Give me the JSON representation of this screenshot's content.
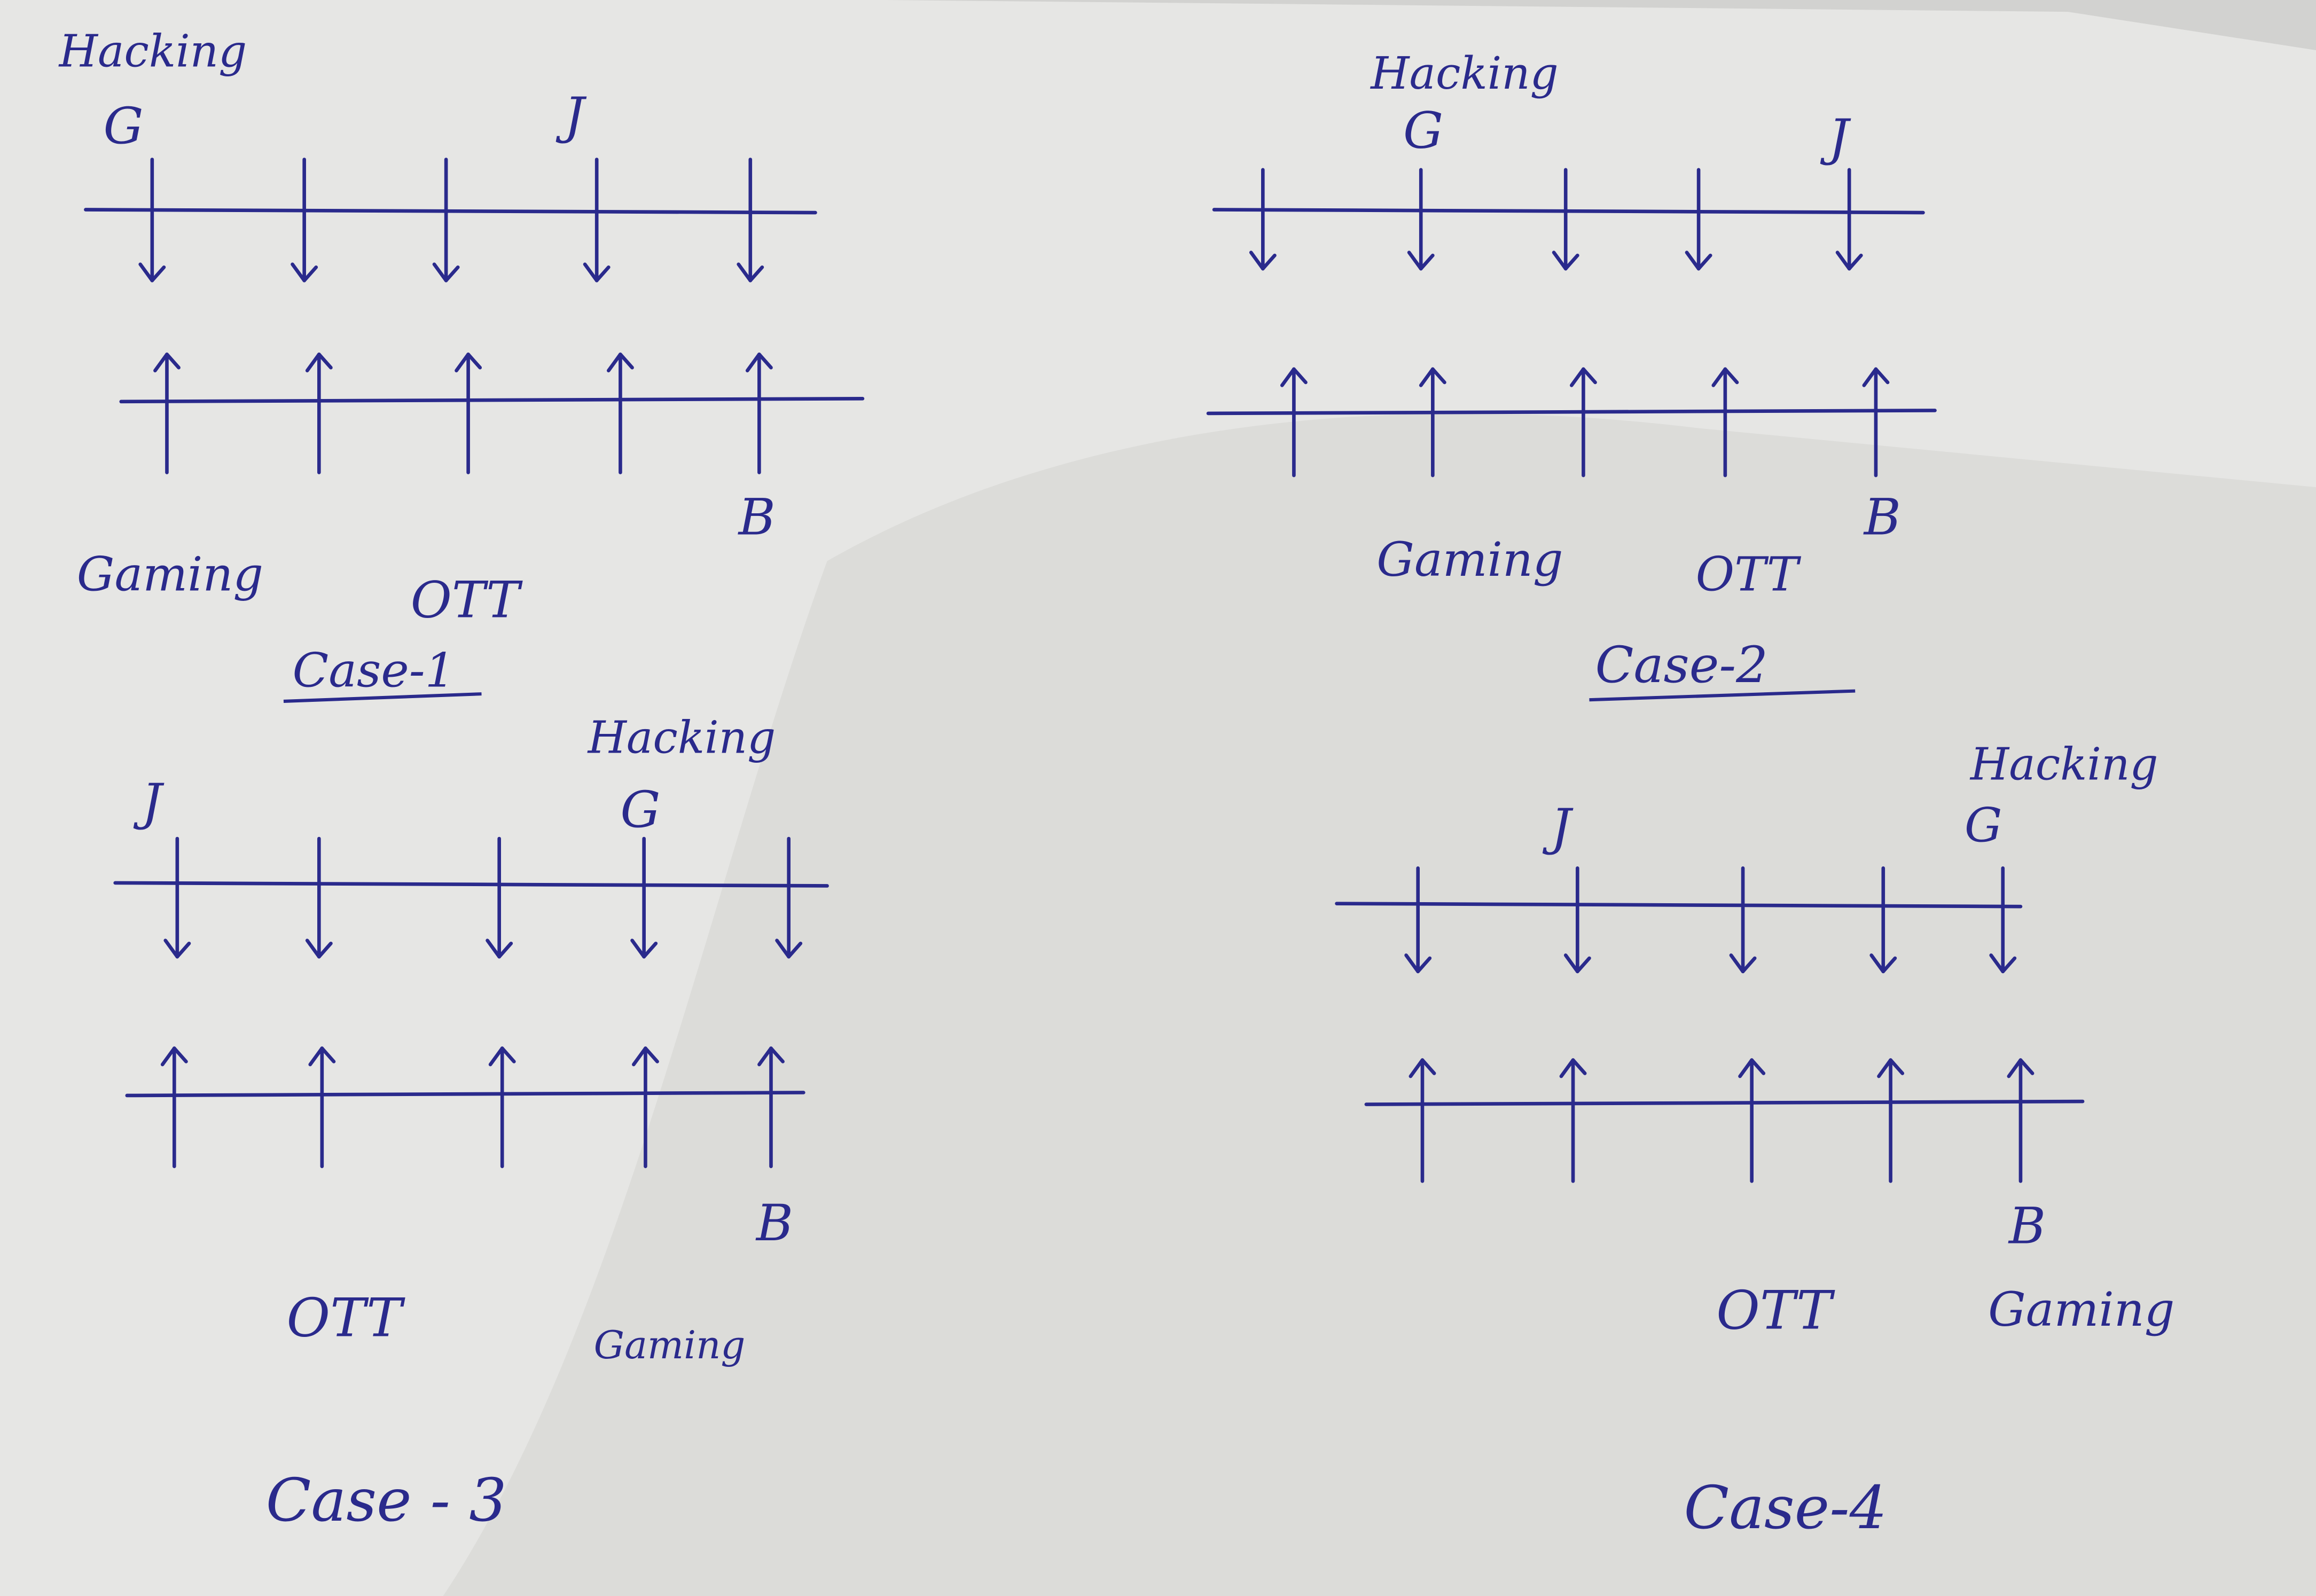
{
  "ink_color": "#2a2a8c",
  "paper_color": "#e6e6e4",
  "cases": [
    {
      "caption": "Case-1",
      "hacking_label": "Hacking",
      "g_label": "G",
      "j_label": "J",
      "b_label": "B",
      "labels": [
        "Gaming",
        "OTT"
      ]
    },
    {
      "caption": "Case-2",
      "hacking_label": "Hacking",
      "g_label": "G",
      "j_label": "J",
      "b_label": "B",
      "labels": [
        "Gaming",
        "OTT"
      ]
    },
    {
      "caption": "Case - 3",
      "hacking_label": "Hacking",
      "g_label": "G",
      "j_label": "J",
      "b_label": "B",
      "labels": [
        "OTT",
        "Gaming"
      ]
    },
    {
      "caption": "Case-4",
      "hacking_label": "Hacking",
      "g_label": "G",
      "j_label": "J",
      "b_label": "B",
      "labels": [
        "OTT",
        "Gaming"
      ]
    }
  ]
}
